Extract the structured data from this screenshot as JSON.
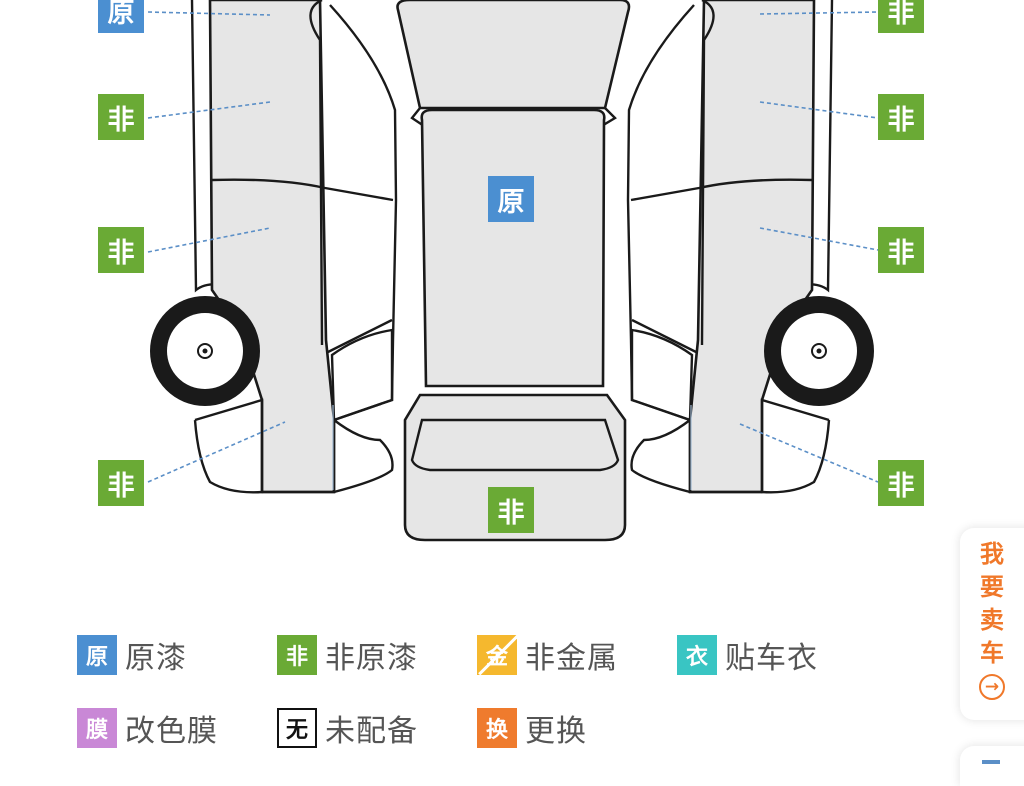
{
  "colors": {
    "original": "#4b8fd1",
    "repainted": "#6aaa35",
    "non_metal": "#f5b82e",
    "car_wrap": "#39c5c3",
    "color_film": "#c988d6",
    "not_equipped": "#ffffff",
    "replaced": "#ef7b2d",
    "sell_accent": "#f0782a"
  },
  "badges": [
    {
      "id": "left-top",
      "label": "原",
      "status": "original"
    },
    {
      "id": "left-front-door",
      "label": "非",
      "status": "repainted"
    },
    {
      "id": "left-rear-door",
      "label": "非",
      "status": "repainted"
    },
    {
      "id": "left-rear-fender",
      "label": "非",
      "status": "repainted"
    },
    {
      "id": "roof",
      "label": "原",
      "status": "original"
    },
    {
      "id": "trunk",
      "label": "非",
      "status": "repainted"
    },
    {
      "id": "right-top",
      "label": "非",
      "status": "repainted"
    },
    {
      "id": "right-front-door",
      "label": "非",
      "status": "repainted"
    },
    {
      "id": "right-rear-door",
      "label": "非",
      "status": "repainted"
    },
    {
      "id": "right-rear-fender",
      "label": "非",
      "status": "repainted"
    }
  ],
  "legend": [
    {
      "swatch": "原",
      "text": "原漆",
      "status": "original"
    },
    {
      "swatch": "非",
      "text": "非原漆",
      "status": "repainted"
    },
    {
      "swatch": "金",
      "text": "非金属",
      "status": "non_metal"
    },
    {
      "swatch": "衣",
      "text": "贴车衣",
      "status": "car_wrap"
    },
    {
      "swatch": "膜",
      "text": "改色膜",
      "status": "color_film"
    },
    {
      "swatch": "无",
      "text": "未配备",
      "status": "not_equipped"
    },
    {
      "swatch": "换",
      "text": "更换",
      "status": "replaced"
    }
  ],
  "sell_button": {
    "chars": [
      "我",
      "要",
      "卖",
      "车"
    ],
    "icon": "arrow-right-circle-icon"
  }
}
